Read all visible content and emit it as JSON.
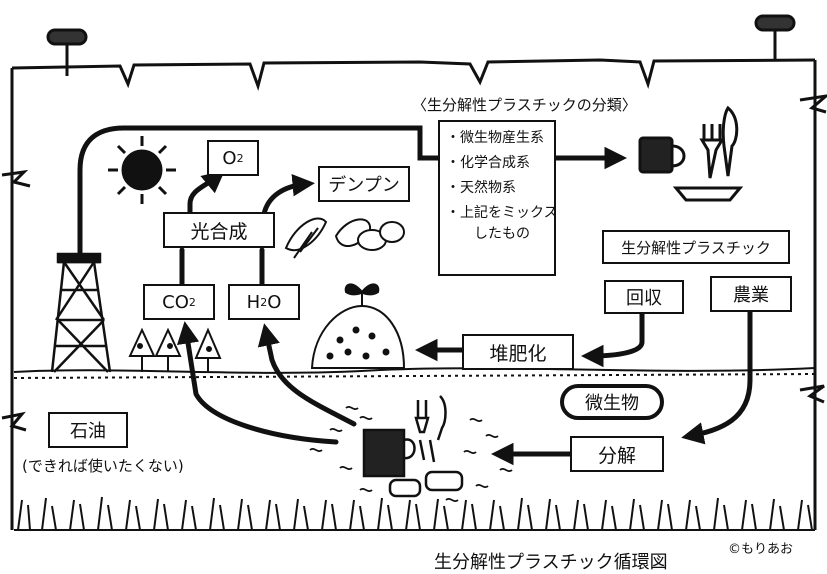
{
  "diagram_title": "生分解性プラスチック循環図",
  "credit": "©もりあお",
  "classification": {
    "heading": "〈生分解性プラスチックの分類〉",
    "items": [
      "・微生物産生系",
      "・化学合成系",
      "・天然物系",
      "・上記をミックス"
    ],
    "items_cont": "したもの"
  },
  "nodes": {
    "o2": "O",
    "o2_sub": "2",
    "starch": "デンプン",
    "photosynthesis": "光合成",
    "co2": "CO",
    "co2_sub": "2",
    "h2o_h": "H",
    "h2o_sub": "2",
    "h2o_o": "O",
    "bioplastic": "生分解性プラスチック",
    "collection": "回収",
    "agriculture": "農業",
    "composting": "堆肥化",
    "microbes": "微生物",
    "decomposition": "分解",
    "petroleum": "石油",
    "petroleum_note": "(できれば使いたくない)"
  },
  "colors": {
    "ink": "#111111",
    "paper": "#ffffff"
  }
}
